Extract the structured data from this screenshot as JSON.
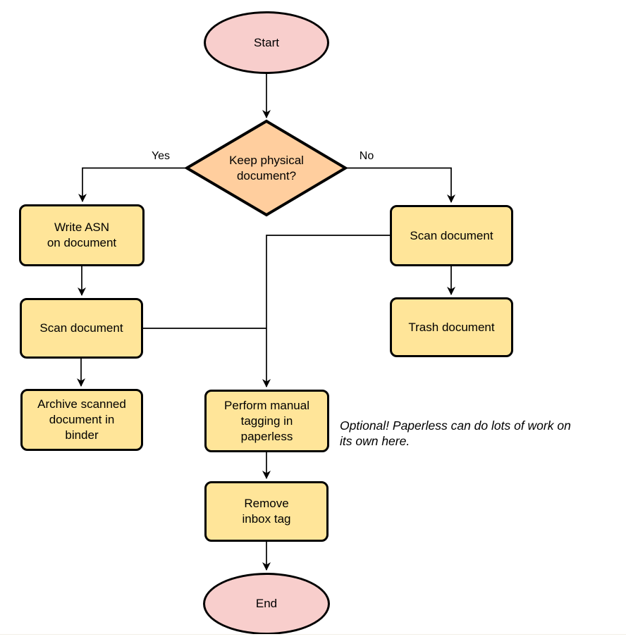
{
  "palette": {
    "terminal_fill": "#f8cecc",
    "decision_fill": "#ffce9e",
    "process_fill": "#ffe599",
    "stroke": "#000000",
    "divider": "#f2efe7"
  },
  "nodes": {
    "start": {
      "label": "Start"
    },
    "decision": {
      "label": "Keep physical\ndocument?"
    },
    "write_asn": {
      "label": "Write ASN\non document"
    },
    "scan_left": {
      "label": "Scan document"
    },
    "archive": {
      "label": "Archive scanned\ndocument in\nbinder"
    },
    "scan_right": {
      "label": "Scan document"
    },
    "trash": {
      "label": "Trash document"
    },
    "tagging": {
      "label": "Perform manual\ntagging in\npaperless"
    },
    "remove_inbox": {
      "label": "Remove\ninbox tag"
    },
    "end": {
      "label": "End"
    }
  },
  "edge_labels": {
    "yes": "Yes",
    "no": "No"
  },
  "annotation": {
    "text": "Optional! Paperless can do lots of work on\nits own here."
  }
}
